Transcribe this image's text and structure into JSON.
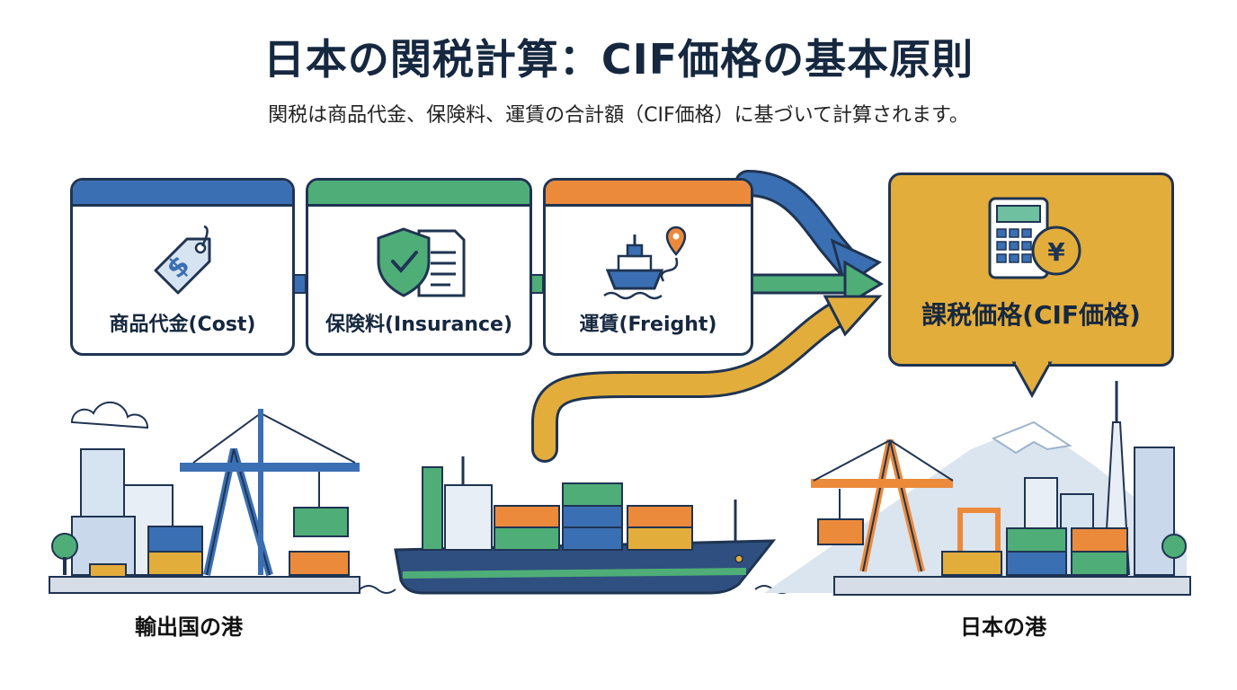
{
  "title": "日本の関税計算：CIF価格の基本原則",
  "subtitle": "関税は商品代金、保険料、運賃の合計額（CIF価格）に基づいて計算されます。",
  "cards": [
    {
      "label": "商品代金(Cost)",
      "icon": "price-tag-dollar-icon",
      "color": "#3b6fb3"
    },
    {
      "label": "保険料(Insurance)",
      "icon": "shield-document-icon",
      "color": "#4fae78"
    },
    {
      "label": "運賃(Freight)",
      "icon": "ship-route-icon",
      "color": "#ec8a3b"
    }
  ],
  "result": {
    "label": "課税価格(CIF価格)",
    "icon": "calculator-yen-icon",
    "color": "#e3ad3c"
  },
  "ports": {
    "export_label": "輸出国の港",
    "japan_label": "日本の港"
  },
  "colors": {
    "navy": "#1f3452",
    "blue": "#3b6fb3",
    "green": "#4fae78",
    "orange": "#ec8a3b",
    "gold": "#e3ad3c"
  }
}
